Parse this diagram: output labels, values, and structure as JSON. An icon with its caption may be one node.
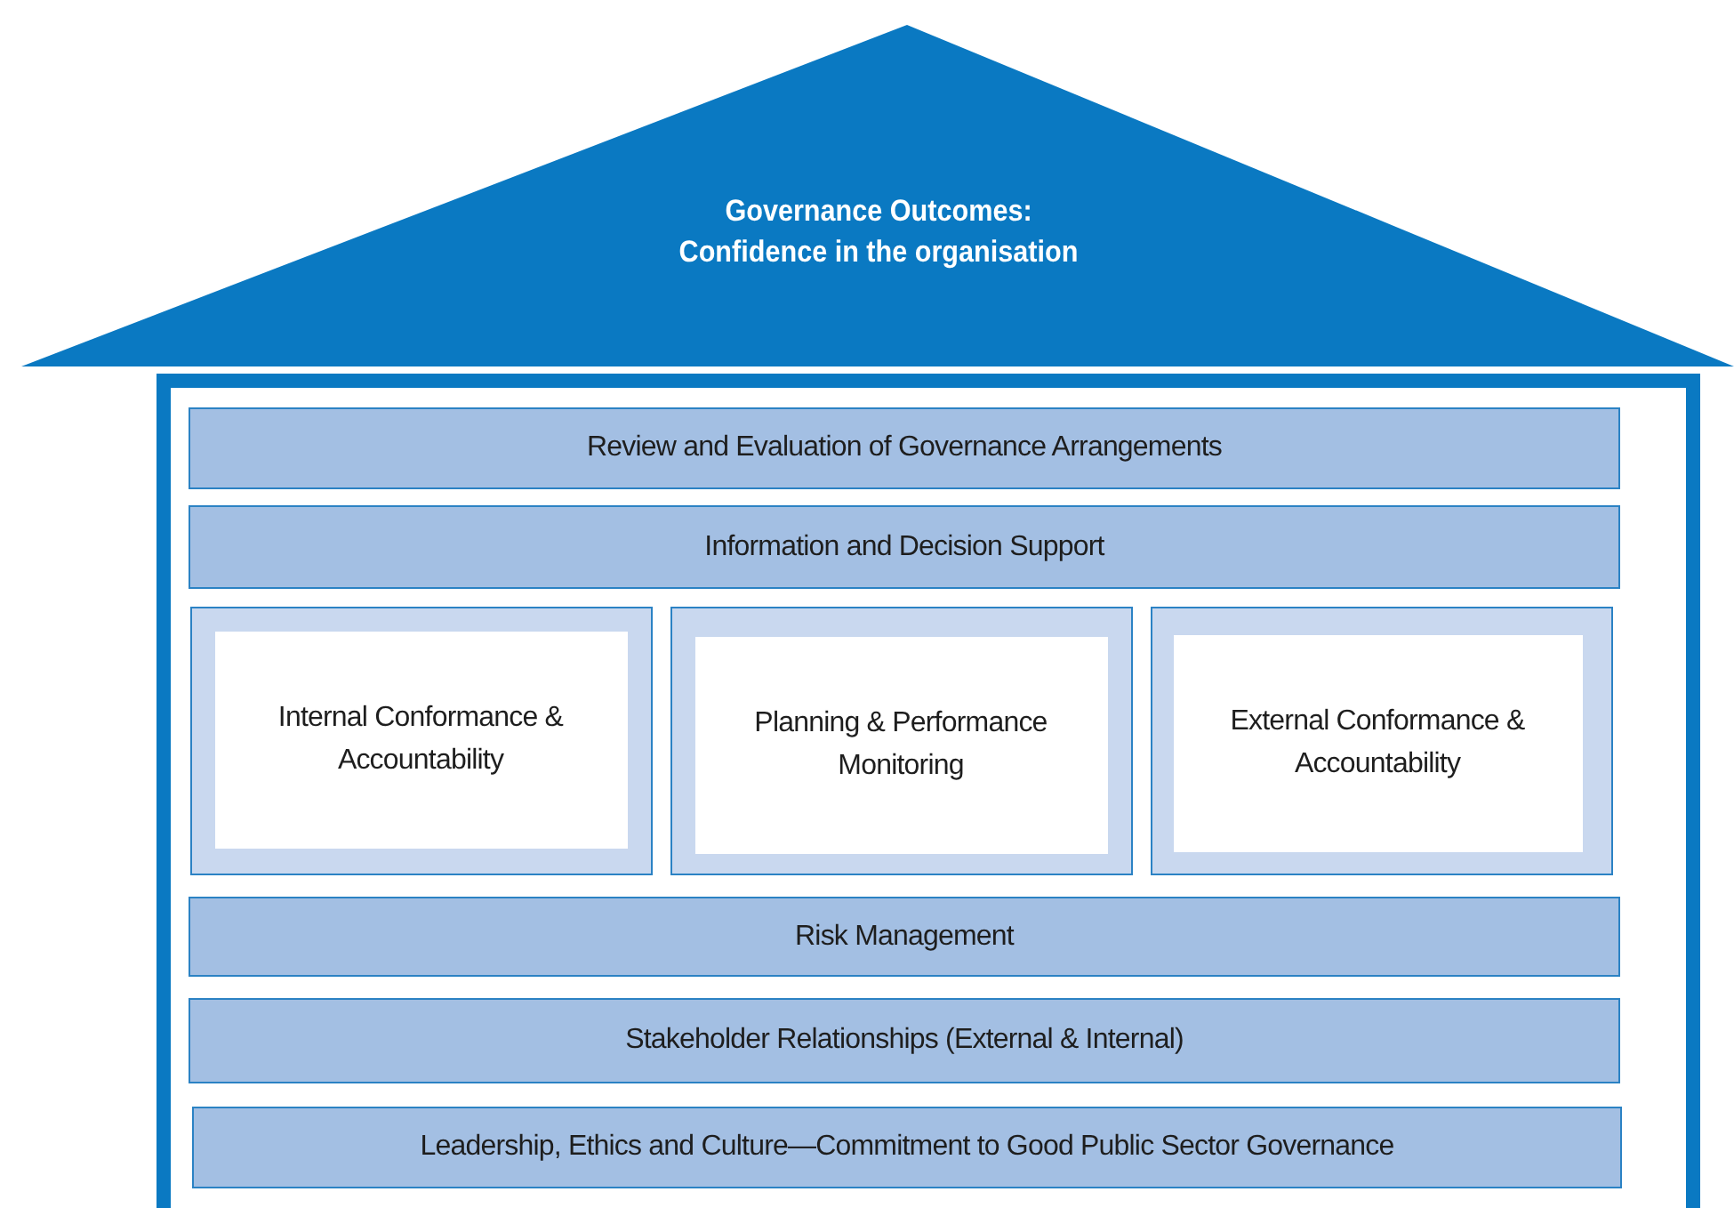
{
  "diagram": {
    "nodes": [
      {
        "text": [
          "Governance Outcomes: Confidence in the organisation"
        ]
      },
      {
        "text": [],
        "shape": "box"
      },
      {
        "text": [
          "Review and Evaluation of Governance Arrangements"
        ],
        "in": 1
      },
      {
        "text": [
          "Information and Decision Support"
        ],
        "in": 1
      },
      {
        "text": [],
        "shape": "box",
        "in": 1
      },
      {
        "text": [
          "Internal Conformance & Accountability"
        ],
        "in": 4
      },
      {
        "text": [],
        "shape": "box",
        "in": 1
      },
      {
        "text": [
          "Planning & Performance Monitoring"
        ],
        "in": 6
      },
      {
        "text": [],
        "shape": "box",
        "in": 1
      },
      {
        "text": [
          "External Conformance & Accountability"
        ],
        "in": 8
      },
      {
        "text": [
          "Risk Management"
        ],
        "in": 1
      },
      {
        "text": [
          "Stakeholder Relationships (External & Internal)"
        ],
        "in": 1
      },
      {
        "text": [
          "Leadership, Ethics and Culture—Commitment to Good Public Sector Governance"
        ],
        "in": 1
      }
    ],
    "edges": []
  }
}
